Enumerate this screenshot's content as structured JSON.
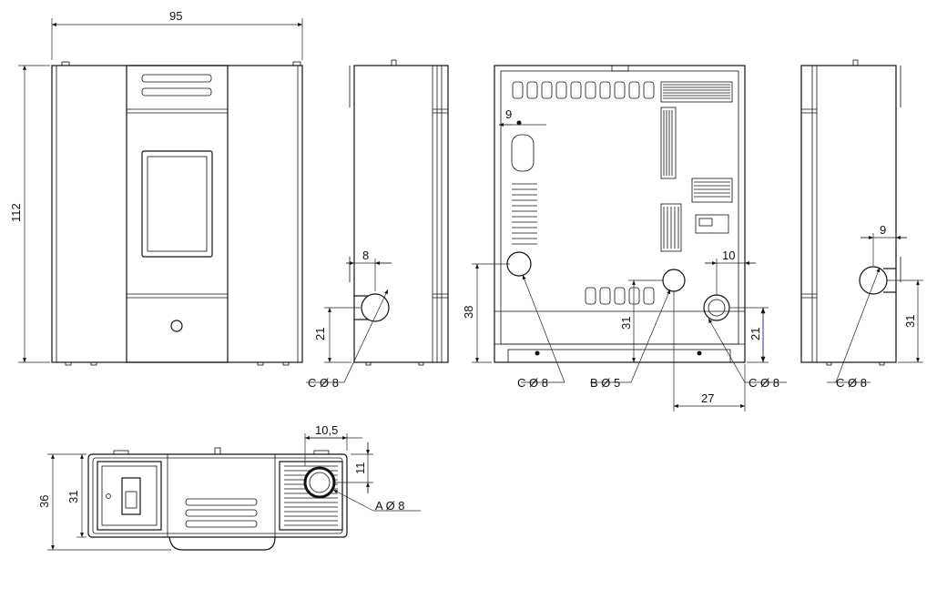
{
  "dimensions": {
    "front_width": "95",
    "front_height": "112",
    "side_left_offset": "8",
    "side_left_height": "21",
    "back_top_offset": "9",
    "back_height_38": "38",
    "back_height_31": "31",
    "back_width_27": "27",
    "back_right_10": "10",
    "back_right_21": "21",
    "side_right_offset": "9",
    "side_right_height": "31",
    "top_width": "10,5",
    "top_depth_11": "11",
    "top_depth_36": "36",
    "top_depth_31": "31"
  },
  "callouts": {
    "side_left_outlet": "C Ø 8",
    "back_outlet_left": "C Ø 8",
    "back_outlet_middle": "B Ø 5",
    "back_outlet_right": "C Ø 8",
    "side_right_outlet": "C Ø 8",
    "top_outlet": "A Ø 8"
  },
  "colors": {
    "line": "#111111",
    "accent_arrow": "#1a1a8a"
  }
}
